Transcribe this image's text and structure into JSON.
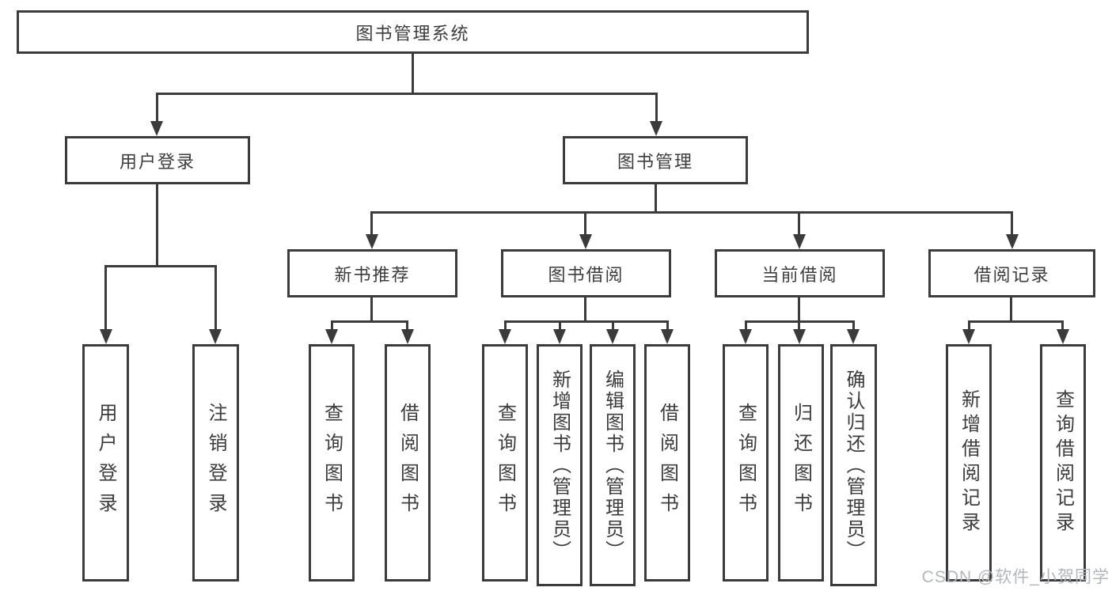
{
  "diagram_title": "图书管理系统",
  "nodes": {
    "root": {
      "label": "图书管理系统"
    },
    "user_login": {
      "label": "用户登录",
      "children": {
        "login": "用户登录",
        "logout": "注销登录"
      }
    },
    "book_mgmt": {
      "label": "图书管理"
    },
    "new_books": {
      "label": "新书推荐",
      "children": {
        "query": "查询图书",
        "borrow": "借阅图书"
      }
    },
    "book_borrow": {
      "label": "图书借阅",
      "children": {
        "query": "查询图书",
        "add": "新增图书（管理员）",
        "edit": "编辑图书（管理员）",
        "borrow": "借阅图书"
      }
    },
    "current_borrow": {
      "label": "当前借阅",
      "children": {
        "query": "查询图书",
        "return_book": "归还图书",
        "confirm_return": "确认归还（管理员）"
      }
    },
    "borrow_records": {
      "label": "借阅记录",
      "children": {
        "add_record": "新增借阅记录",
        "query_record": "查询借阅记录"
      }
    }
  },
  "watermark": "CSDN @软件_小贺同学",
  "colors": {
    "line": "#3b3b3b",
    "box_background": "#ffffff",
    "text": "#3c3c3c",
    "watermark": "#b3b6ba"
  }
}
